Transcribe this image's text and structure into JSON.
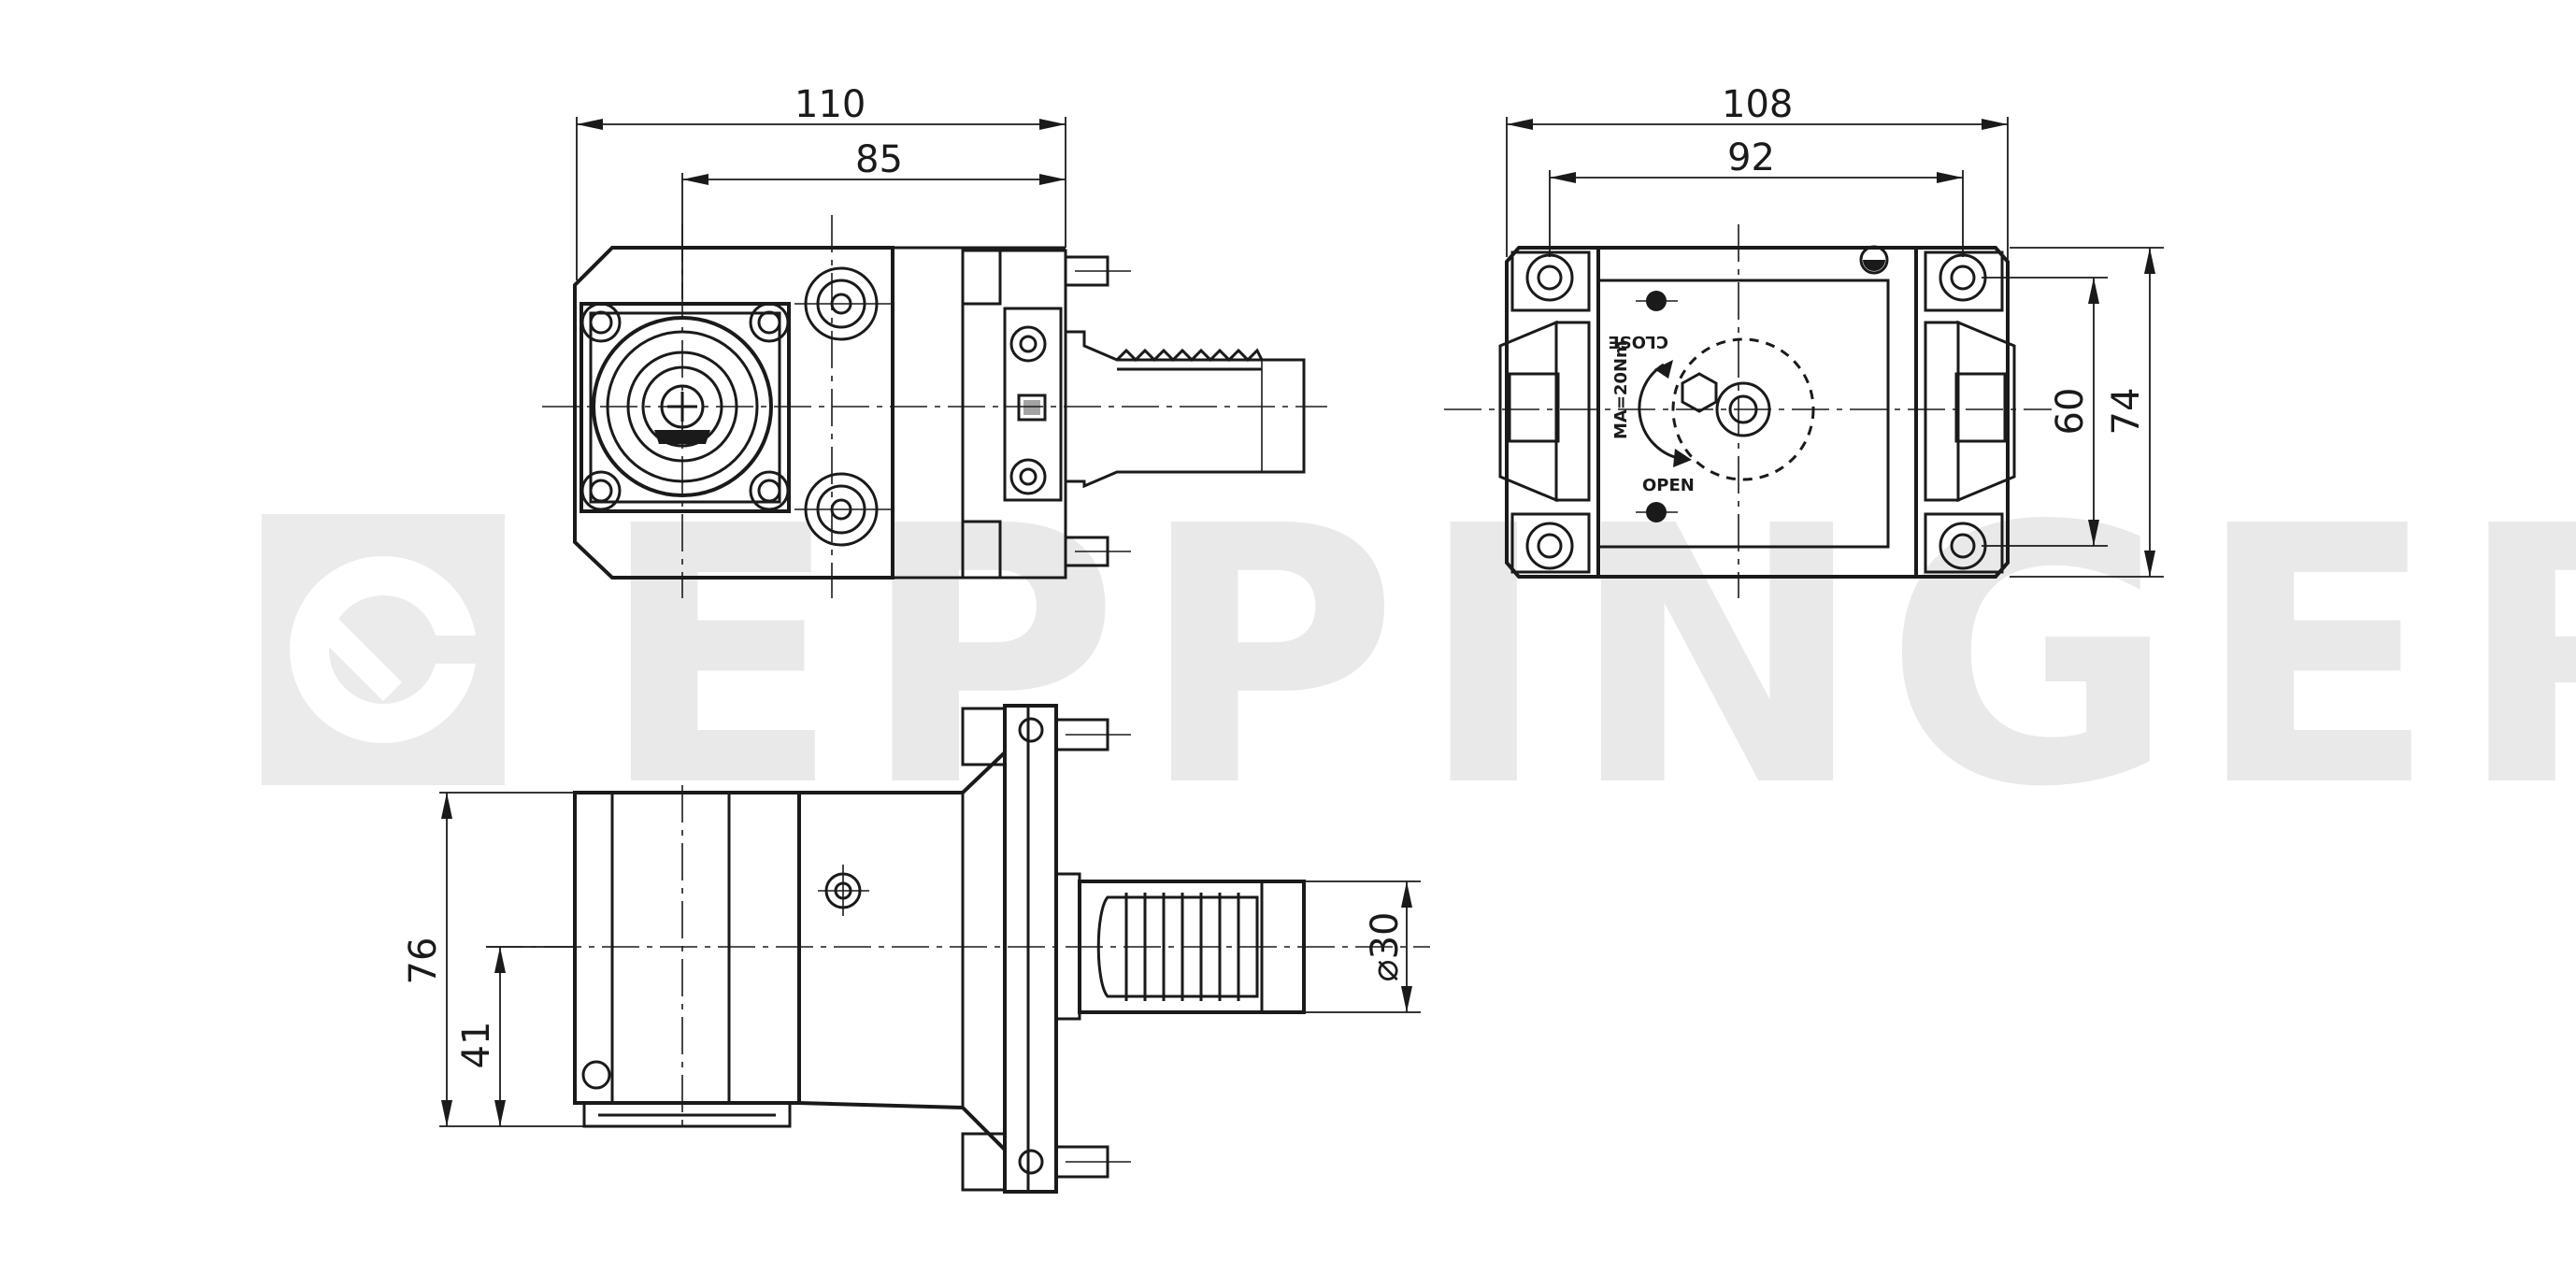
{
  "watermark": {
    "brand": "EPPINGER",
    "color": "#ebebeb"
  },
  "dimensions": {
    "top_left_width_overall": "110",
    "top_left_width_inner": "85",
    "top_right_width_overall": "108",
    "top_right_width_inner": "92",
    "top_right_height_inner": "60",
    "top_right_height_overall": "74",
    "bottom_height_overall": "76",
    "bottom_height_center": "41",
    "bottom_shank_diameter": "⌀30"
  },
  "labels": {
    "close": "CLOSE",
    "open": "OPEN",
    "torque": "MA=20Nm"
  },
  "colors": {
    "line": "#1a1a1a",
    "background": "#ffffff"
  }
}
